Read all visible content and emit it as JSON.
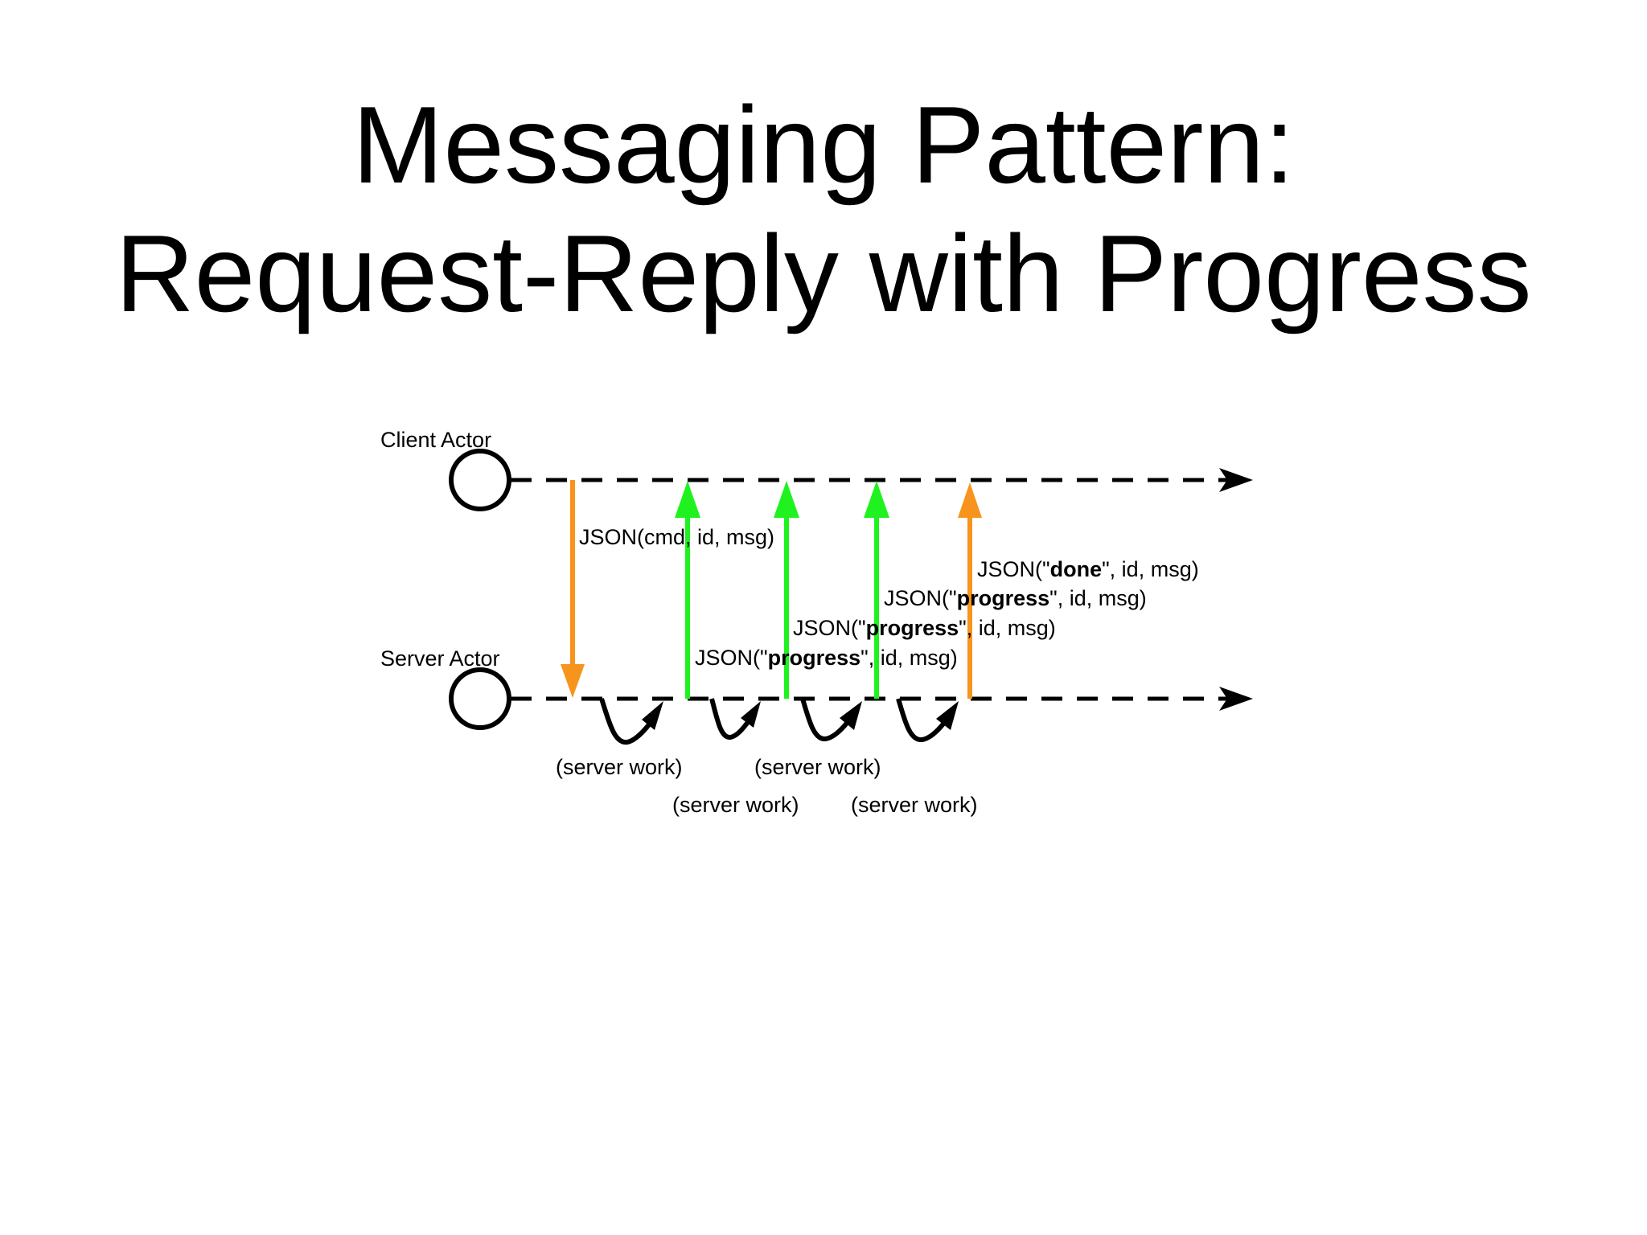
{
  "title": {
    "line1": "Messaging Pattern:",
    "line2": "Request-Reply with Progress"
  },
  "actors": {
    "client": "Client Actor",
    "server": "Server Actor"
  },
  "messages": [
    {
      "direction": "client-to-server",
      "color": "#f7941d",
      "prefix": "JSON(cmd, id, msg)",
      "keyword": "",
      "suffix": ""
    },
    {
      "direction": "server-to-client",
      "color": "#1ff21f",
      "prefix": "JSON(\"",
      "keyword": "progress",
      "suffix": "\", id, msg)"
    },
    {
      "direction": "server-to-client",
      "color": "#1ff21f",
      "prefix": "JSON(\"",
      "keyword": "progress",
      "suffix": "\", id, msg)"
    },
    {
      "direction": "server-to-client",
      "color": "#1ff21f",
      "prefix": "JSON(\"",
      "keyword": "progress",
      "suffix": "\", id, msg)"
    },
    {
      "direction": "server-to-client",
      "color": "#f7941d",
      "prefix": "JSON(\"",
      "keyword": "done",
      "suffix": "\", id, msg)"
    }
  ],
  "work_labels": [
    "(server work)",
    "(server work)",
    "(server work)",
    "(server work)"
  ],
  "colors": {
    "request": "#f7941d",
    "progress": "#1ff21f",
    "done": "#f7941d",
    "lifeline": "#000000"
  }
}
